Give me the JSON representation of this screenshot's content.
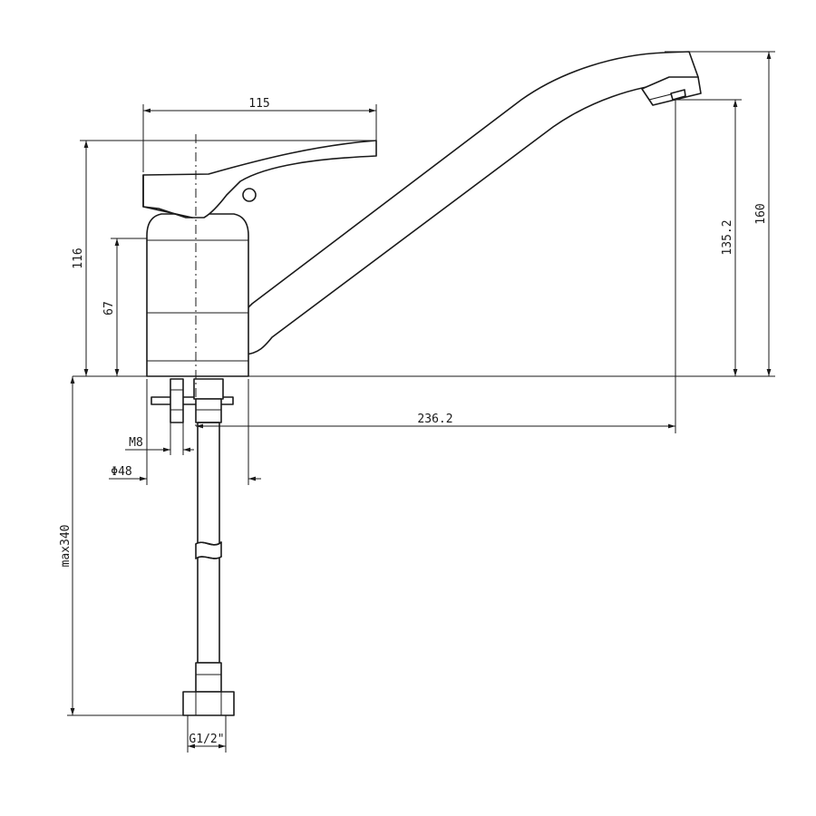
{
  "dimensions": {
    "handle_width": "115",
    "total_height": "116",
    "body_height": "67",
    "spout_reach": "236.2",
    "spout_height": "135.2",
    "overall_height": "160",
    "bolt_thread": "M8",
    "base_diameter": "Φ48",
    "hose_length": "max340",
    "hose_connector": "G1/2\""
  }
}
